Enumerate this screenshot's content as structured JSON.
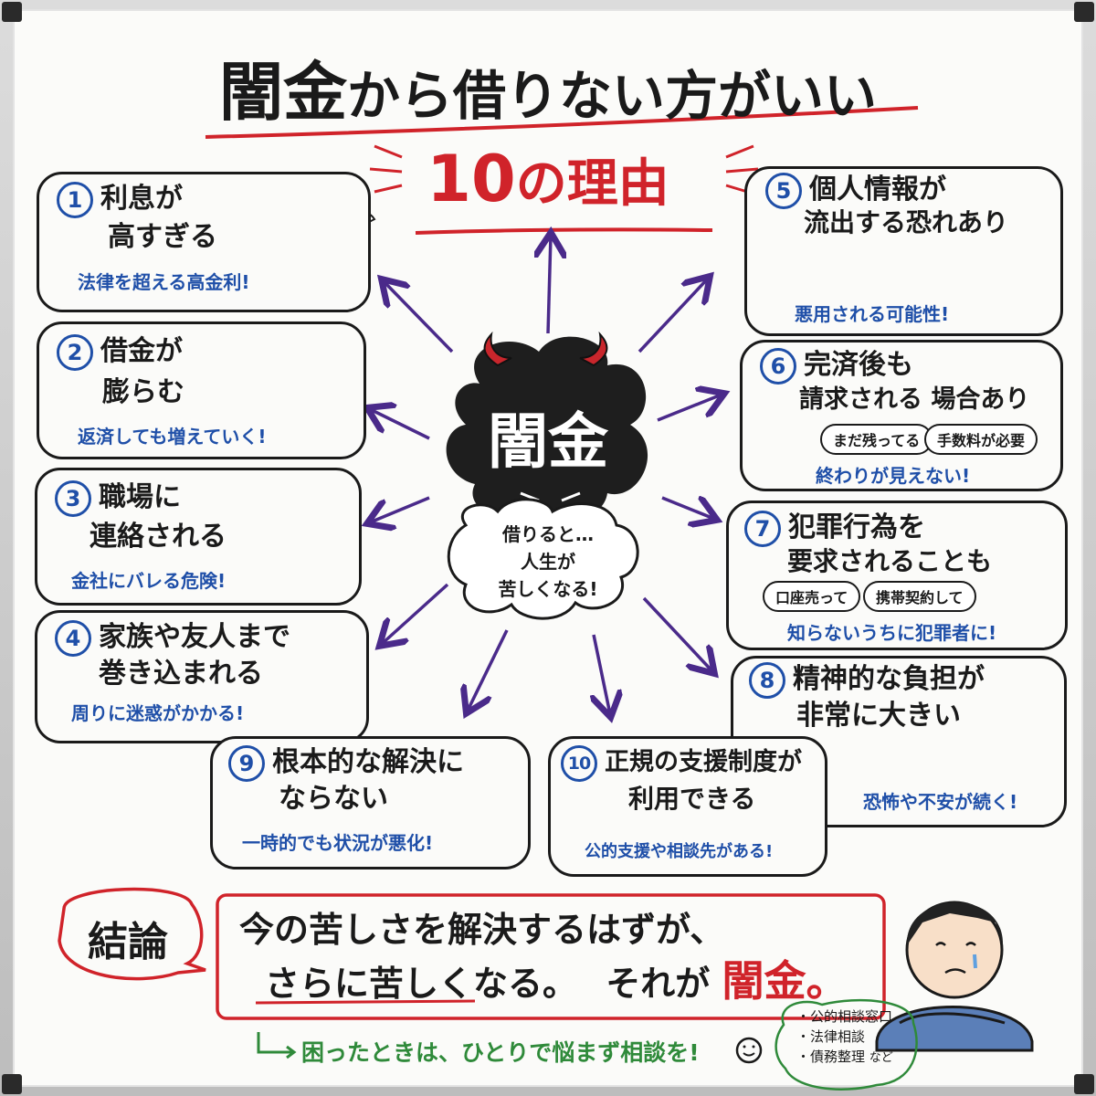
{
  "title": {
    "dark_money": "闇金",
    "rest": "から借りない方がいい",
    "subtitle_num": "10",
    "subtitle_rest": "の理由"
  },
  "center": {
    "label": "闇金",
    "bubble_line1": "借りると…",
    "bubble_line2": "人生が",
    "bubble_line3": "苦しくなる!"
  },
  "reasons": [
    {
      "num": "1",
      "line1": "利息が",
      "line2": "高すぎる",
      "note": "法律を超える高金利!"
    },
    {
      "num": "2",
      "line1": "借金が",
      "line2": "膨らむ",
      "note": "返済しても増えていく!"
    },
    {
      "num": "3",
      "line1": "職場に",
      "line2": "連絡される",
      "note": "金社にバレる危険!"
    },
    {
      "num": "4",
      "line1": "家族や友人まで",
      "line2": "巻き込まれる",
      "note": "周りに迷惑がかかる!"
    },
    {
      "num": "5",
      "line1": "個人情報が",
      "line2": "流出する恐れあり",
      "note": "悪用される可能性!"
    },
    {
      "num": "6",
      "line1": "完済後も",
      "line2": "請求される 場合あり",
      "note": "終わりが見えない!",
      "pill1": "まだ残ってる",
      "pill2": "手数料が必要"
    },
    {
      "num": "7",
      "line1": "犯罪行為を",
      "line2": "要求されることも",
      "note": "知らないうちに犯罪者に!",
      "pill1": "口座売って",
      "pill2": "携帯契約して"
    },
    {
      "num": "8",
      "line1": "精神的な負担が",
      "line2": "非常に大きい",
      "note": "恐怖や不安が続く!"
    },
    {
      "num": "9",
      "line1": "根本的な解決に",
      "line2": "ならない",
      "note": "一時的でも状況が悪化!"
    },
    {
      "num": "10",
      "line1": "正規の支援制度が",
      "line2": "利用できる",
      "note": "公的支援や相談先がある!"
    }
  ],
  "conclusion": {
    "label": "結論",
    "line1": "今の苦しさを解決するはずが、",
    "line2a": "さらに苦しくなる。",
    "line2b": "それが",
    "line2c": "闇金。"
  },
  "footer": {
    "arrow_text": "困ったときは、ひとりで悩まず相談を!",
    "list": [
      "・公的相談窓口",
      "・法律相談",
      "・債務整理"
    ],
    "list_suffix": "など"
  },
  "colors": {
    "blue": "#1f4fa8",
    "red": "#d0232a",
    "purple": "#5a2a9a",
    "green": "#2f8a3a",
    "ink": "#1a1a1a"
  }
}
